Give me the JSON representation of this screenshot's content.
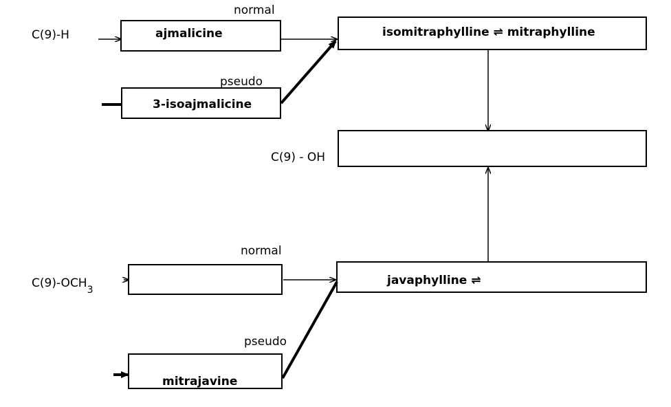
{
  "left_labels": {
    "c9_h": "C(9)-H",
    "c9_oh": "C(9) - OH",
    "c9_och3": "C(9)-OCH",
    "c9_och3_sub": "3"
  },
  "series_labels": {
    "normal_top": "normal",
    "pseudo_top": "pseudo",
    "normal_bottom": "normal",
    "pseudo_bottom": "pseudo"
  },
  "boxes": {
    "ajmalicine": "ajmalicine",
    "isoajmalicine": "3-isoajmalicine",
    "mitraphylline": "isomitraphylline ⇌ mitraphylline",
    "c9_oh_box": "",
    "och3_normal": "",
    "javaphylline": "javaphylline ⇌",
    "mitrajavine": "mitrajavine"
  }
}
